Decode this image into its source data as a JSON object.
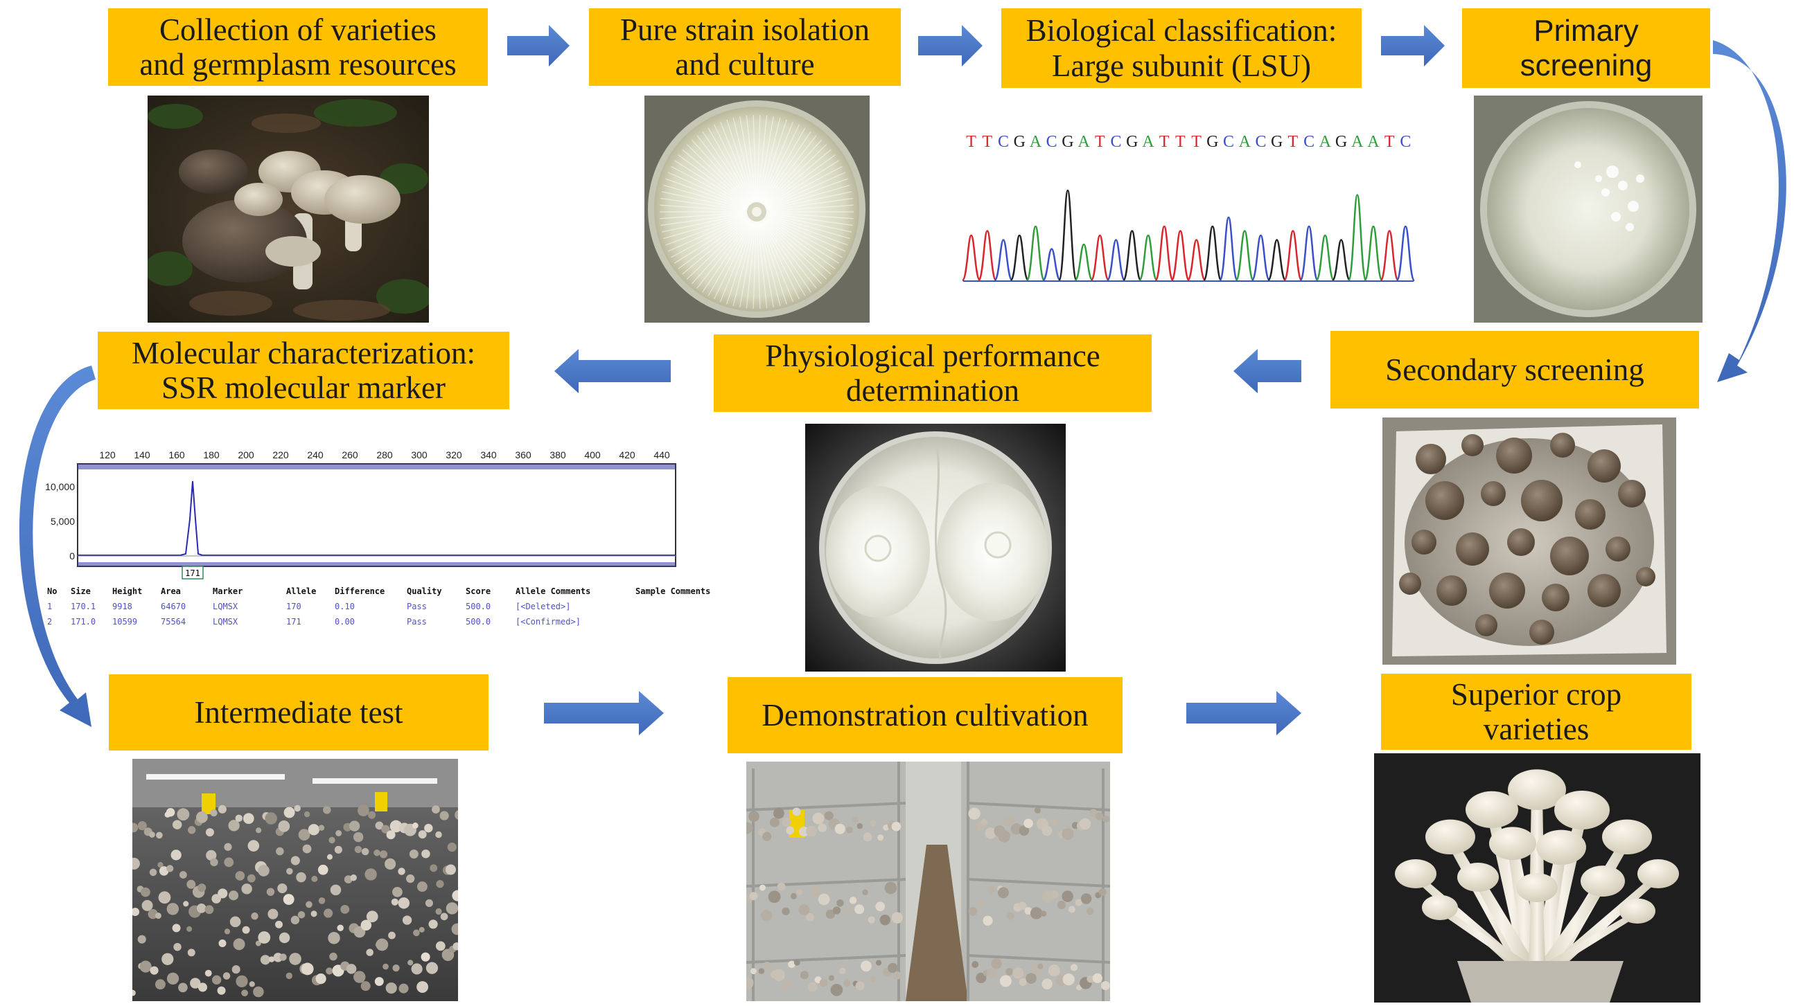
{
  "steps": {
    "s1": {
      "line1": "Collection of varieties",
      "line2": "and germplasm resources"
    },
    "s2": {
      "line1": "Pure strain isolation",
      "line2": "and culture"
    },
    "s3": {
      "line1": "Biological classification:",
      "line2": "Large subunit (LSU)"
    },
    "s4": {
      "line1": "Primary",
      "line2": "screening"
    },
    "s5": {
      "line1": "Secondary screening"
    },
    "s6": {
      "line1": "Physiological performance",
      "line2": "determination"
    },
    "s7": {
      "line1": "Molecular characterization:",
      "line2": "SSR molecular marker"
    },
    "s8": {
      "line1": "Intermediate test"
    },
    "s9": {
      "line1": "Demonstration cultivation"
    },
    "s10": {
      "line1": "Superior crop",
      "line2": "varieties"
    }
  },
  "sequence": {
    "bases": [
      "T",
      "T",
      "C",
      "G",
      "A",
      "C",
      "G",
      "A",
      "T",
      "C",
      "G",
      "A",
      "T",
      "T",
      "T",
      "G",
      "C",
      "A",
      "C",
      "G",
      "T",
      "C",
      "A",
      "G",
      "A",
      "A",
      "T",
      "C"
    ]
  },
  "ssr": {
    "x_ticks": [
      "120",
      "140",
      "160",
      "180",
      "200",
      "220",
      "240",
      "260",
      "280",
      "300",
      "320",
      "340",
      "360",
      "380",
      "400",
      "420",
      "440"
    ],
    "y_ticks": [
      "10,000",
      "5,000",
      "0"
    ],
    "peak_label": "171",
    "table_headers": [
      "No",
      "Size",
      "Height",
      "Area",
      "Marker",
      "Allele",
      "Difference",
      "Quality",
      "Score",
      "Allele Comments",
      "Sample Comments"
    ],
    "rows": [
      [
        "1",
        "170.1",
        "9918",
        "64670",
        "LQMSX",
        "170",
        "0.10",
        "Pass",
        "500.0",
        "[<Deleted>]",
        ""
      ],
      [
        "2",
        "171.0",
        "10599",
        "75564",
        "LQMSX",
        "171",
        "0.00",
        "Pass",
        "500.0",
        "[<Confirmed>]",
        ""
      ]
    ]
  },
  "colors": {
    "box": "#FFC000",
    "arrow": "#4472C4",
    "base_A": "#2e9e3a",
    "base_T": "#d9262c",
    "base_C": "#3a50c8",
    "base_G": "#222222"
  }
}
